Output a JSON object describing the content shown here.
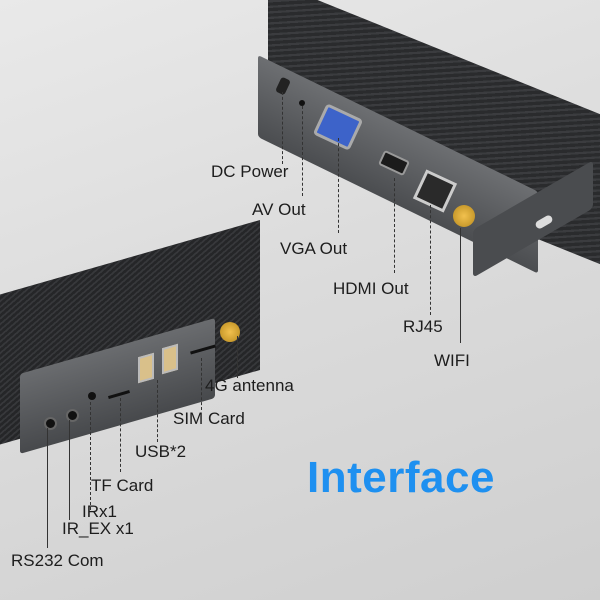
{
  "title": "Interface",
  "colors": {
    "title": "#1e90f0",
    "background": "#dcdcdc",
    "device": "#2e2f31",
    "label": "#1d1d1d"
  },
  "right_device": {
    "labels": [
      {
        "id": "dc_power",
        "text": "DC Power"
      },
      {
        "id": "av_out",
        "text": "AV Out"
      },
      {
        "id": "vga_out",
        "text": "VGA Out"
      },
      {
        "id": "hdmi_out",
        "text": "HDMI Out"
      },
      {
        "id": "rj45",
        "text": "RJ45"
      },
      {
        "id": "wifi",
        "text": "WIFI"
      }
    ]
  },
  "left_device": {
    "labels": [
      {
        "id": "antenna_4g",
        "text": "4G antenna"
      },
      {
        "id": "sim_card",
        "text": "SIM Card"
      },
      {
        "id": "usb",
        "text": "USB*2"
      },
      {
        "id": "tf_card",
        "text": "TF Card"
      },
      {
        "id": "ir",
        "text": "IRx1"
      },
      {
        "id": "ir_ex",
        "text": "IR_EX x1"
      },
      {
        "id": "rs232",
        "text": "RS232 Com"
      }
    ]
  }
}
